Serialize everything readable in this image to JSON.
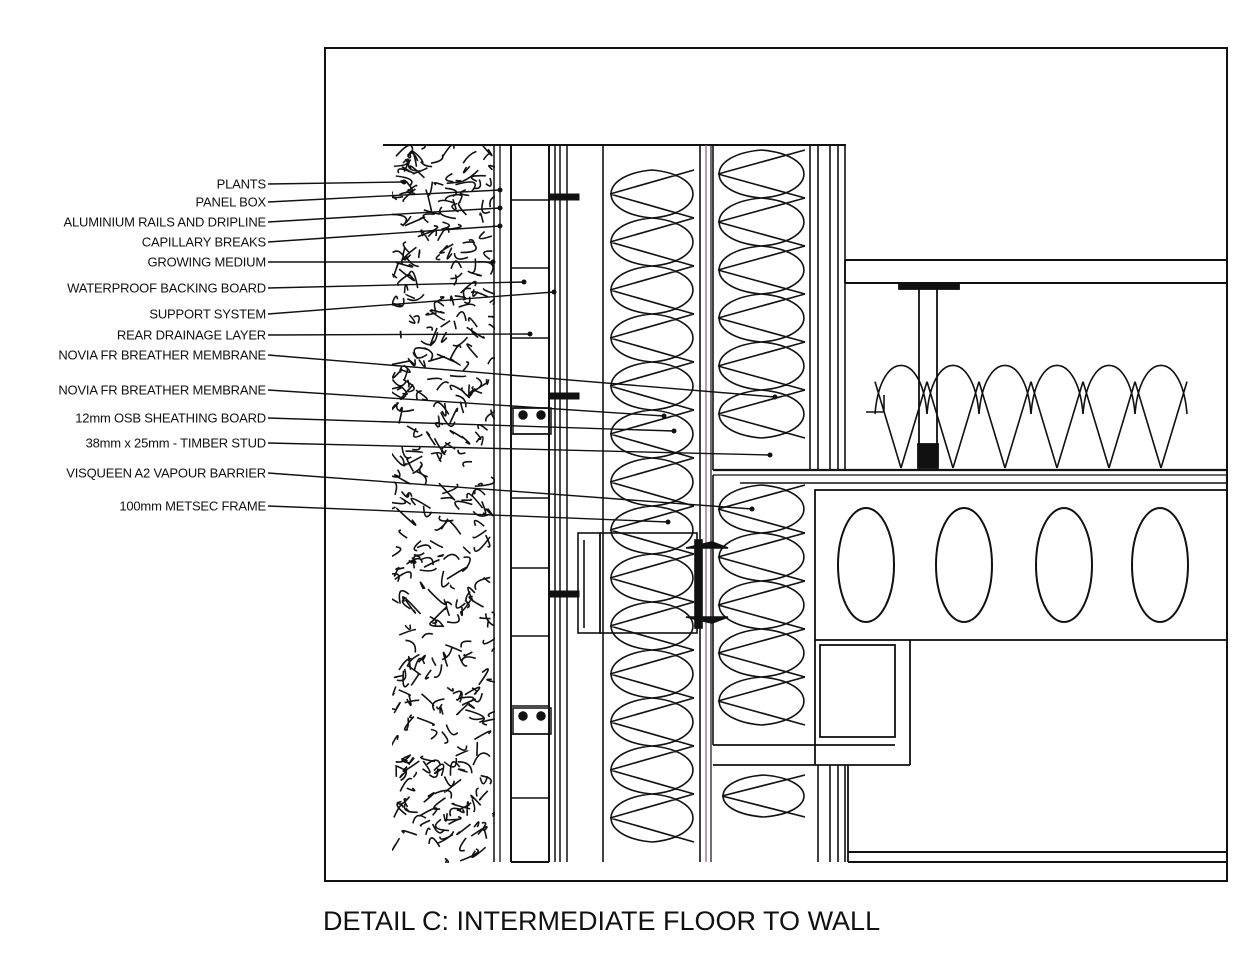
{
  "detail": {
    "title": "DETAIL C: INTERMEDIATE FLOOR TO WALL"
  },
  "labels": [
    "PLANTS",
    "PANEL BOX",
    "ALUMINIUM RAILS AND DRIPLINE",
    "CAPILLARY BREAKS",
    "GROWING MEDIUM",
    "WATERPROOF BACKING BOARD",
    "SUPPORT SYSTEM",
    "REAR DRAINAGE LAYER",
    "NOVIA FR BREATHER MEMBRANE",
    "NOVIA FR BREATHER MEMBRANE",
    "12mm OSB SHEATHING BOARD",
    "38mm x 25mm - TIMBER STUD",
    "VISQUEEN A2 VAPOUR BARRIER",
    "100mm METSEC FRAME"
  ],
  "colors": {
    "ink": "#111111",
    "background": "#ffffff",
    "vapour_line": "#8a5a86"
  }
}
